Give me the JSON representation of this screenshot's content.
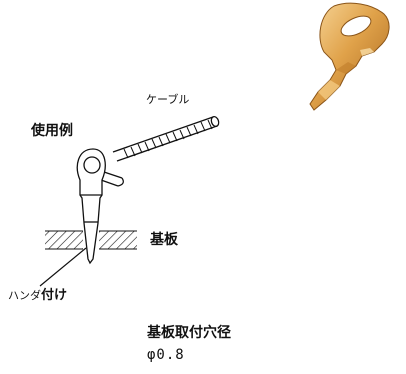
{
  "labels": {
    "title": "使用例",
    "cable": "ケーブル",
    "board": "基板",
    "solder_prefix": "ハンダ",
    "solder_suffix": "付け",
    "hole_title": "基板取付穴径",
    "hole_value": "φ0.8"
  },
  "colors": {
    "line": "#111111",
    "terminal_light": "#f3c47a",
    "terminal_mid": "#d99a3c",
    "terminal_dark": "#9b5f1a"
  }
}
